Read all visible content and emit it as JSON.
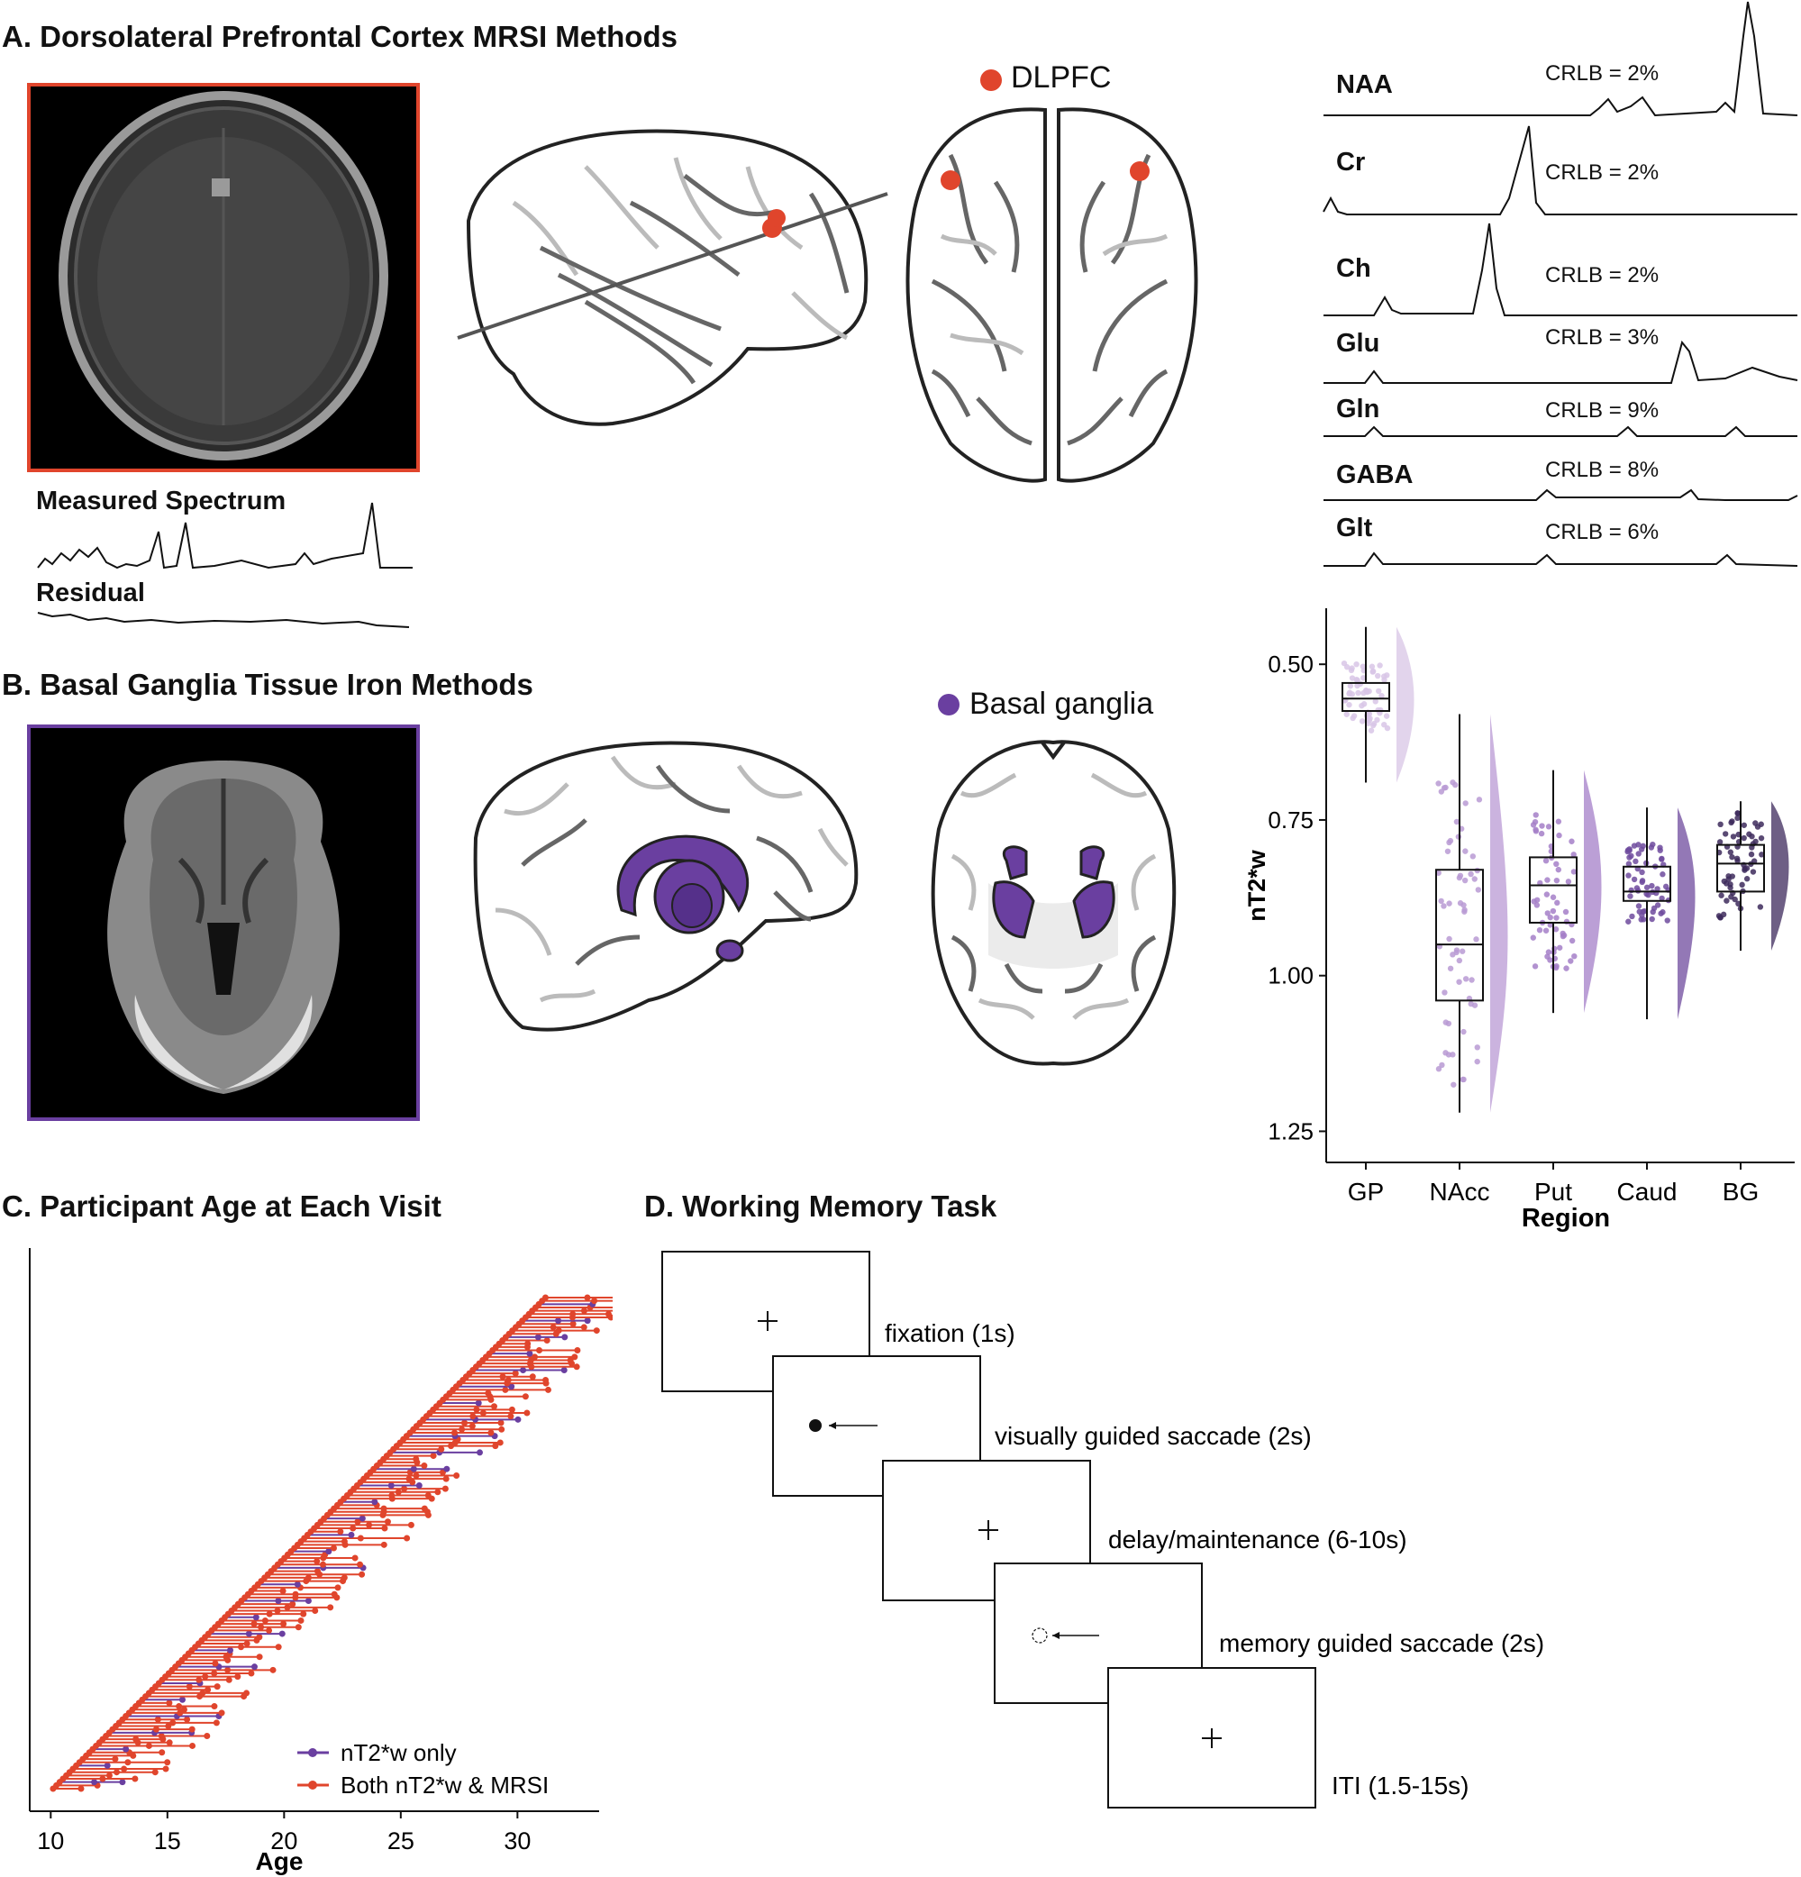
{
  "panels": {
    "a": {
      "title": "A. Dorsolateral Prefrontal Cortex MRSI Methods",
      "measured_label": "Measured Spectrum",
      "residual_label": "Residual",
      "roi_label": "DLPFC",
      "accent_color": "#e0452c",
      "metabolites": [
        {
          "name": "NAA",
          "crlb": "CRLB = 2%"
        },
        {
          "name": "Cr",
          "crlb": "CRLB = 2%"
        },
        {
          "name": "Ch",
          "crlb": "CRLB = 2%"
        },
        {
          "name": "Glu",
          "crlb": "CRLB = 3%"
        },
        {
          "name": "Gln",
          "crlb": "CRLB = 9%"
        },
        {
          "name": "GABA",
          "crlb": "CRLB = 8%"
        },
        {
          "name": "Glt",
          "crlb": "CRLB = 6%"
        }
      ]
    },
    "b": {
      "title": "B. Basal Ganglia Tissue Iron Methods",
      "roi_label": "Basal ganglia",
      "accent_color": "#6a3fa0"
    },
    "c": {
      "title": "C. Participant Age at Each Visit"
    },
    "d": {
      "title": "D. Working Memory Task",
      "steps": [
        {
          "label": "fixation (1s)",
          "stimulus": "fixation-cross"
        },
        {
          "label": "visually guided saccade (2s)",
          "stimulus": "filled-dot-arrow"
        },
        {
          "label": "delay/maintenance (6-10s)",
          "stimulus": "fixation-cross"
        },
        {
          "label": "memory guided saccade (2s)",
          "stimulus": "dashed-dot-arrow"
        },
        {
          "label": "ITI (1.5-15s)",
          "stimulus": "fixation-cross"
        }
      ]
    }
  },
  "chart_data": [
    {
      "type": "box",
      "xlabel": "Region",
      "ylabel": "nT2*w",
      "ylim": [
        0.41,
        1.3
      ],
      "y_reversed": true,
      "y_ticks": [
        0.5,
        0.75,
        1.0,
        1.25
      ],
      "y_tick_labels": [
        "0.50",
        "0.75",
        "1.00",
        "1.25"
      ],
      "categories": [
        "GP",
        "NAcc",
        "Put",
        "Caud",
        "BG"
      ],
      "colors": [
        "#d8c6e6",
        "#b99ad4",
        "#a47fc8",
        "#6f4b9e",
        "#3d2a5c"
      ],
      "boxes": [
        {
          "q1": 0.53,
          "median": 0.555,
          "q3": 0.575,
          "whisker_low": 0.44,
          "whisker_high": 0.69
        },
        {
          "q1": 0.83,
          "median": 0.95,
          "q3": 1.04,
          "whisker_low": 0.58,
          "whisker_high": 1.22
        },
        {
          "q1": 0.81,
          "median": 0.855,
          "q3": 0.915,
          "whisker_low": 0.67,
          "whisker_high": 1.06
        },
        {
          "q1": 0.825,
          "median": 0.865,
          "q3": 0.88,
          "whisker_low": 0.73,
          "whisker_high": 1.07
        },
        {
          "q1": 0.79,
          "median": 0.82,
          "q3": 0.865,
          "whisker_low": 0.72,
          "whisker_high": 0.96
        }
      ]
    },
    {
      "type": "scatter",
      "xlabel": "Age",
      "ylabel": "",
      "xlim": [
        9.1,
        33.5
      ],
      "x_ticks": [
        10,
        15,
        20,
        25,
        30
      ],
      "legend": [
        {
          "name": "nT2*w only",
          "color": "#6a3fa0"
        },
        {
          "name": "Both nT2*w & MRSI",
          "color": "#e0452c"
        }
      ],
      "legend_position": "bottom-right"
    }
  ]
}
